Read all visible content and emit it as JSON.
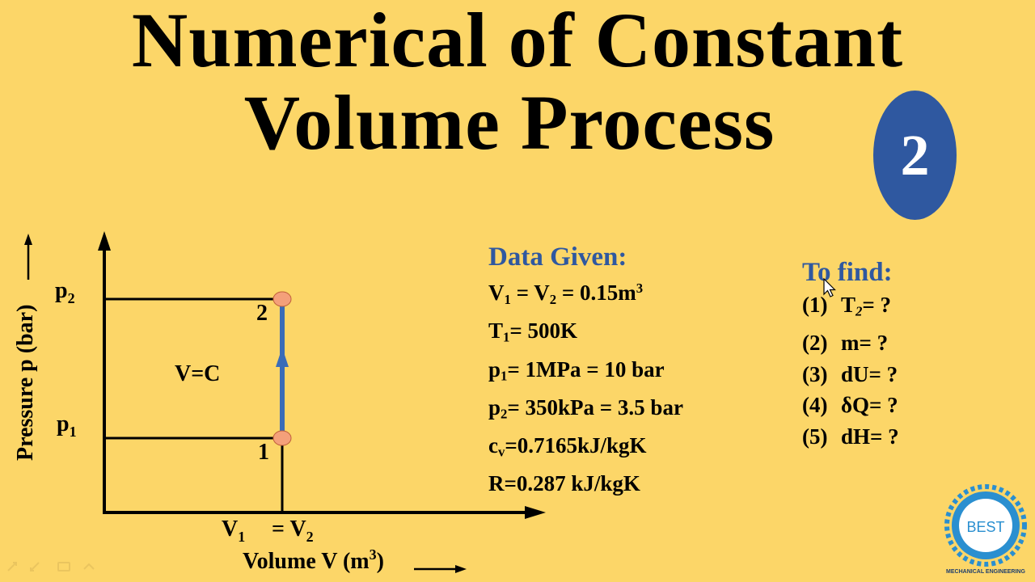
{
  "title": {
    "line1": "Numerical of Constant",
    "line2": "Volume Process"
  },
  "badge": {
    "number": "2",
    "color": "#2F58A0"
  },
  "diagram": {
    "y_axis_label": "Pressure p (bar)",
    "x_axis_label": "Volume V (m",
    "x_axis_label_sup": "3",
    "x_axis_label_end": ")",
    "p2_label": "p",
    "p2_sub": "2",
    "p1_label": "p",
    "p1_sub": "1",
    "v1_label": "V",
    "v1_sub": "1",
    "v2_label": "= V",
    "v2_sub": "2",
    "process_label": "V=C",
    "state1_label": "1",
    "state2_label": "2",
    "process_line_color": "#3A6CB8",
    "state_point_color": "#F4A07A"
  },
  "data_given": {
    "heading": "Data Given:",
    "row1": {
      "a": "V",
      "a_sub": "1",
      "b": " = V",
      "b_sub": "2",
      "c": " = 0.15m",
      "c_sup": "3"
    },
    "row2": {
      "a": "T",
      "a_sub": "1",
      "b": "= 500K"
    },
    "row3": {
      "a": "p",
      "a_sub": "1",
      "b": "= 1MPa = 10 bar"
    },
    "row4": {
      "a": "p",
      "a_sub": "2",
      "b": "= 350kPa = 3.5 bar"
    },
    "row5": {
      "a": "c",
      "a_sub": "v",
      "b": "=0.7165kJ/kgK"
    },
    "row6": {
      "a": "R=0.287 kJ/kgK"
    }
  },
  "to_find": {
    "heading": "To find:",
    "items": [
      {
        "num": "(1)",
        "text": "T",
        "sub": "2",
        "rest": "= ?"
      },
      {
        "num": "(2)",
        "text": "m= ?"
      },
      {
        "num": "(3)",
        "text": "dU= ?"
      },
      {
        "num": "(4)",
        "text": "δQ= ?"
      },
      {
        "num": "(5)",
        "text": "dH= ?"
      }
    ]
  },
  "logo": {
    "text": "BEST",
    "subtitle": "MECHANICAL ENGINEERING",
    "color": "#2A8FD0"
  }
}
